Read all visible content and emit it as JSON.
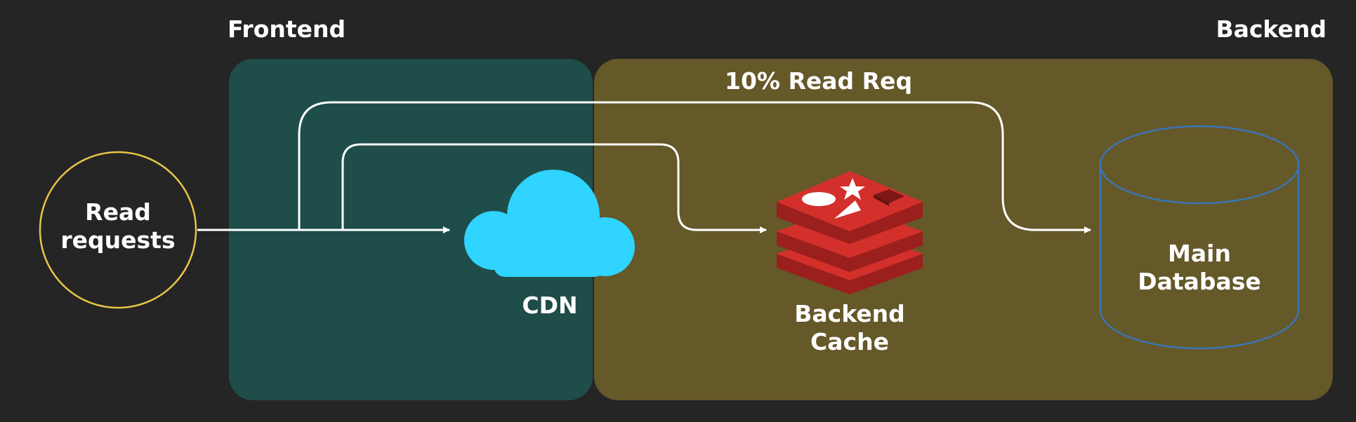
{
  "regions": {
    "frontend": {
      "label": "Frontend",
      "color": "#1f4d49"
    },
    "backend": {
      "label": "Backend",
      "color": "#655829"
    }
  },
  "nodes": {
    "client": {
      "line1": "Read",
      "line2": "requests",
      "ring_color": "#e8c547"
    },
    "cdn": {
      "label": "CDN",
      "color": "#2fd4ff"
    },
    "cache": {
      "line1": "Backend",
      "line2": "Cache",
      "color": "#d3302c"
    },
    "database": {
      "line1": "Main",
      "line2": "Database",
      "color": "#3b74b6"
    }
  },
  "edges": {
    "to_database": {
      "label": "10% Read Req"
    }
  },
  "colors": {
    "background": "#252525",
    "arrow": "#ffffff"
  }
}
